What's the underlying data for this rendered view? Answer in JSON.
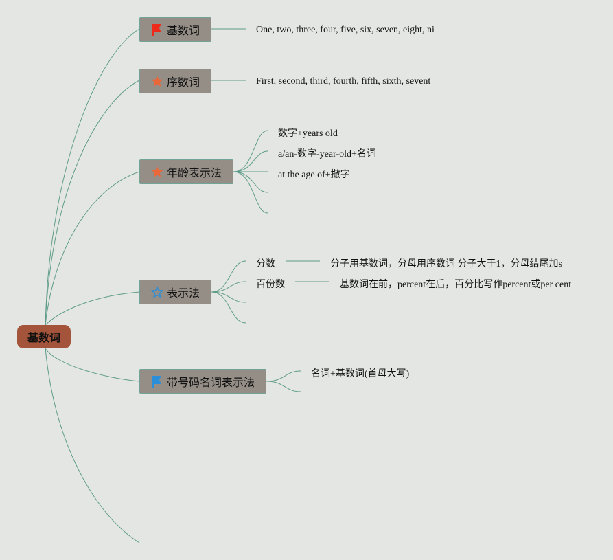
{
  "root": {
    "label": "基数词",
    "color": "#a3543a"
  },
  "branches": [
    {
      "label": "基数词",
      "icon": "red-flag-icon",
      "children": [
        "One, two, three, four, five, six, seven, eight, ni"
      ]
    },
    {
      "label": "序数词",
      "icon": "orange-star-icon",
      "children": [
        "First, second, third, fourth, fifth, sixth, sevent"
      ]
    },
    {
      "label": "年龄表示法",
      "icon": "orange-star-icon",
      "children": [
        "数字+years old",
        "a/an-数字-year-old+名词",
        "at the age of+撒字"
      ]
    },
    {
      "label": "表示法",
      "icon": "blue-outline-star-icon",
      "children": [
        {
          "label": "分数",
          "detail": "分子用基数词，分母用序数词 分子大于1，分母结尾加s"
        },
        {
          "label": "百份数",
          "detail": "基数词在前，percent在后，百分比写作percent或per cent"
        }
      ]
    },
    {
      "label": "带号码名词表示法",
      "icon": "blue-flag-icon",
      "children": [
        "名词+基数词(首母大写)"
      ]
    }
  ],
  "colors": {
    "line": "#5e9c8a",
    "node": "#948e86",
    "red": "#ee2a1a",
    "orange": "#e8683a",
    "blue": "#2a8fd8"
  }
}
